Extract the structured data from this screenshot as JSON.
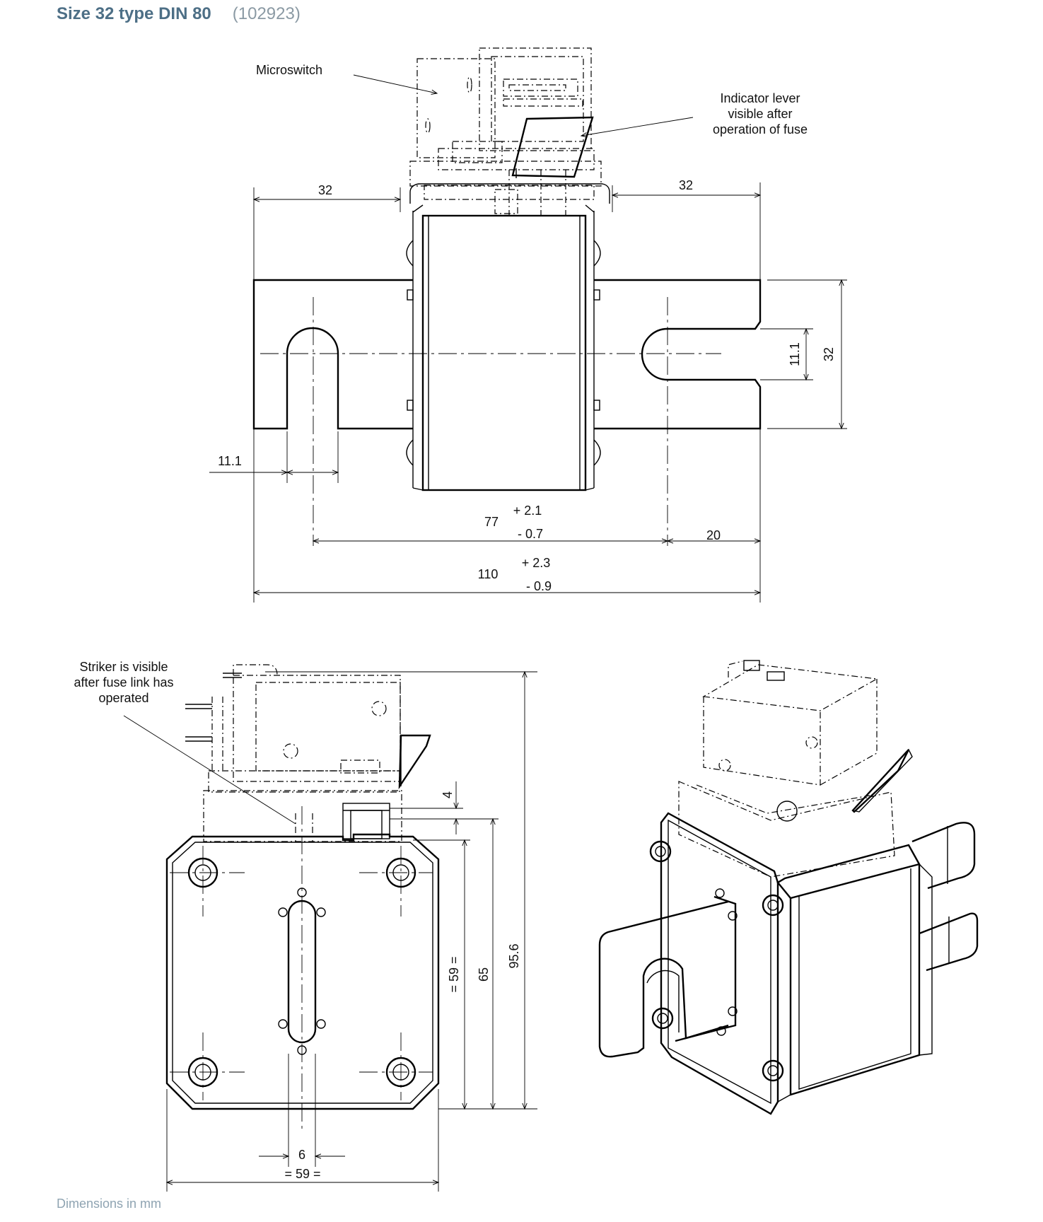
{
  "header": {
    "title": "Size 32 type DIN 80",
    "code": "(102923)"
  },
  "footer": {
    "note": "Dimensions in mm"
  },
  "top_view": {
    "callouts": {
      "microswitch": "Microswitch",
      "indicator_line1": "Indicator lever",
      "indicator_line2": "visible after",
      "indicator_line3": "operation of fuse"
    },
    "dims": {
      "left_width": "32",
      "right_width": "32",
      "slot_width": "11.1",
      "slot_height": "11.1",
      "blade_height": "32",
      "center_distance": "77",
      "center_tol_plus": "+ 2.1",
      "center_tol_minus": "- 0.7",
      "right_offset": "20",
      "overall_length": "110",
      "overall_tol_plus": "+ 2.3",
      "overall_tol_minus": "- 0.9"
    }
  },
  "front_view": {
    "callouts": {
      "striker_line1": "Striker is visible",
      "striker_line2": "after fuse link has",
      "striker_line3": "operated"
    },
    "dims": {
      "striker_height": "4",
      "body_height_eq": "= 59 =",
      "height_65": "65",
      "height_95": "95.6",
      "slot_width": "6",
      "body_width_eq": "= 59 ="
    }
  }
}
